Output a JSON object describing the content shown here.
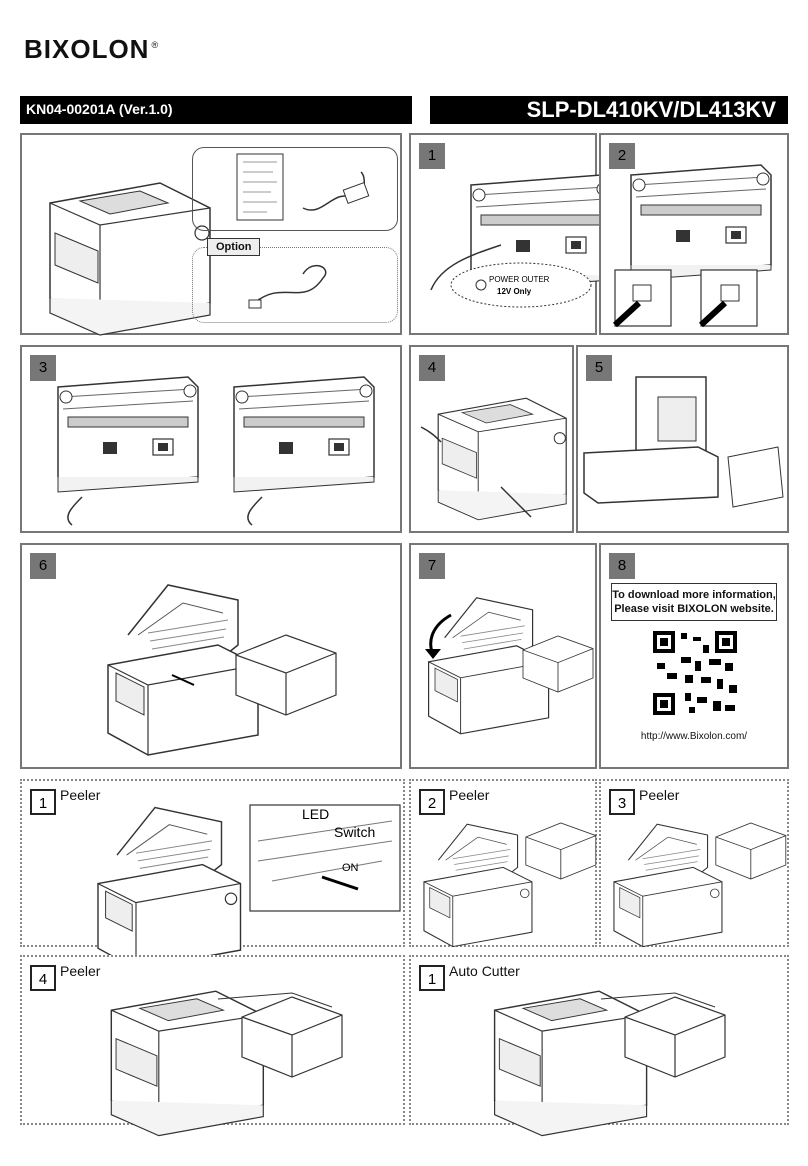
{
  "brand": {
    "logo_text": "BIXOLON",
    "registered": "®"
  },
  "header": {
    "doc_id": "KN04-00201A  (Ver.1.0)",
    "model": "SLP-DL410KV/DL413KV"
  },
  "panels": {
    "contents": {
      "option_label": "Option"
    },
    "p1": {
      "number": "1",
      "sticker_line1": "POWER OUTER",
      "sticker_line2": "12V  Only"
    },
    "p2": {
      "number": "2"
    },
    "p3": {
      "number": "3"
    },
    "p4": {
      "number": "4"
    },
    "p5": {
      "number": "5"
    },
    "p6": {
      "number": "6"
    },
    "p7": {
      "number": "7"
    },
    "p8": {
      "number": "8",
      "info_line1": "To download more information,",
      "info_line2": "Please visit BIXOLON website.",
      "url": "http://www.Bixolon.com/"
    },
    "peeler1": {
      "number": "1",
      "title": "Peeler",
      "led": "LED",
      "switch": "Switch",
      "on": "ON"
    },
    "peeler2": {
      "number": "2",
      "title": "Peeler"
    },
    "peeler3": {
      "number": "3",
      "title": "Peeler"
    },
    "peeler4": {
      "number": "4",
      "title": "Peeler"
    },
    "cutter1": {
      "number": "1",
      "title": "Auto Cutter"
    }
  },
  "colors": {
    "panel_border": "#777777",
    "number_box": "#777777",
    "header_bg": "#000000"
  }
}
